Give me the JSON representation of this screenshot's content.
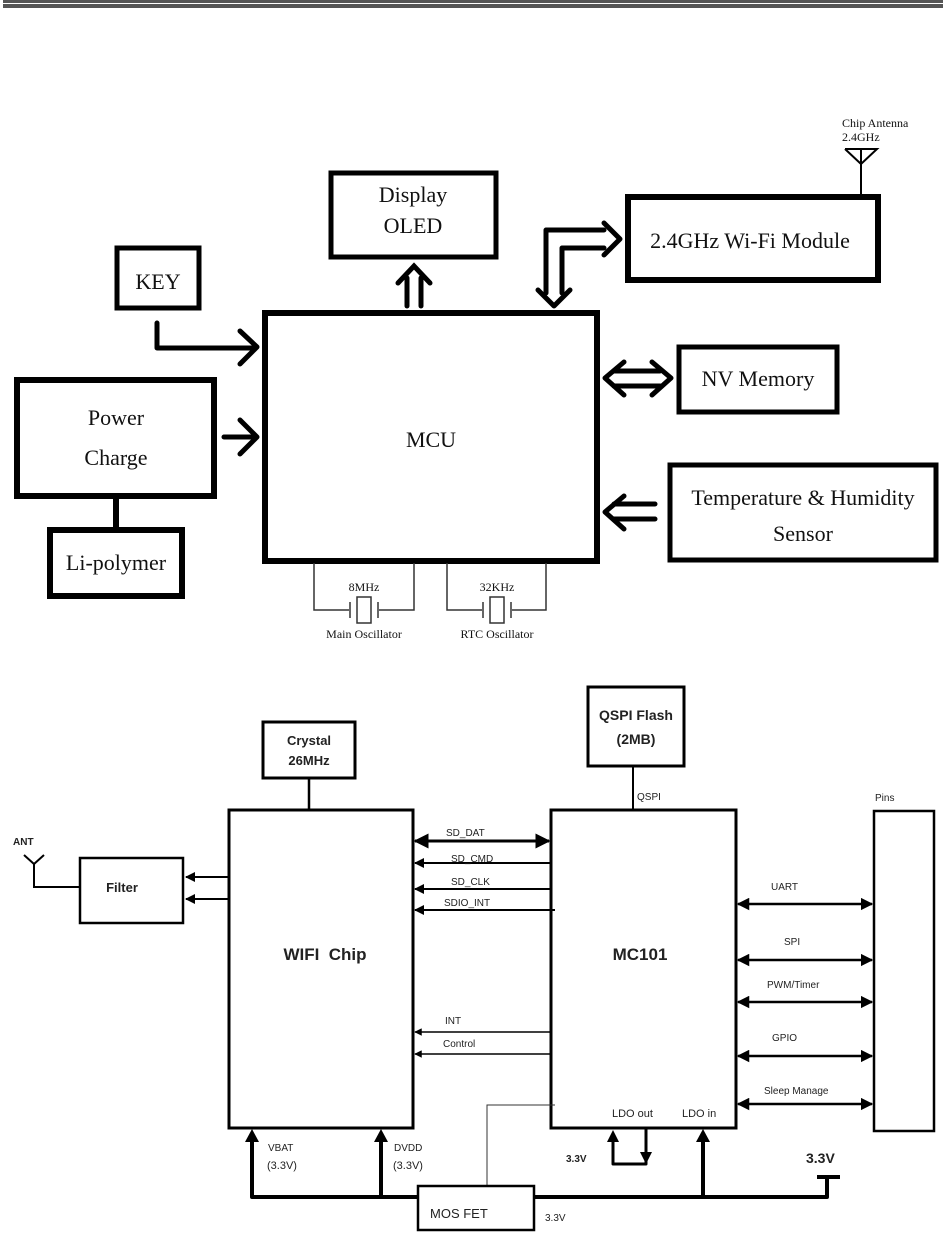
{
  "diagram1": {
    "blocks": {
      "display": [
        "Display",
        "OLED"
      ],
      "wifi_module": "2.4GHz Wi-Fi Module",
      "key": "KEY",
      "mcu": "MCU",
      "nv_memory": "NV Memory",
      "power_charge": [
        "Power",
        "Charge"
      ],
      "temp_sensor": [
        "Temperature & Humidity",
        "Sensor"
      ],
      "li_polymer": "Li-polymer"
    },
    "antenna": [
      "Chip Antenna",
      "2.4GHz"
    ],
    "oscillators": [
      {
        "freq": "8MHz",
        "name": "Main Oscillator"
      },
      {
        "freq": "32KHz",
        "name": "RTC Oscillator"
      }
    ]
  },
  "diagram2": {
    "blocks": {
      "crystal": [
        "Crystal",
        "26MHz"
      ],
      "qspi_flash": [
        "QSPI Flash",
        "(2MB)"
      ],
      "filter": "Filter",
      "wifi_chip": "WIFI  Chip",
      "mc101": "MC101",
      "mosfet": "MOS FET",
      "pins": "Pins"
    },
    "antenna": "ANT",
    "qspi_label": "QSPI",
    "sdio_signals": [
      "SD_DAT",
      "SD_CMD",
      "SD_CLK",
      "SDIO_INT"
    ],
    "control_signals": [
      "INT",
      "Control"
    ],
    "peripheral_signals": [
      "UART",
      "SPI",
      "PWM/Timer",
      "GPIO",
      "Sleep Manage"
    ],
    "ldo_out": "LDO out",
    "ldo_in": "LDO in",
    "vbat": [
      "VBAT",
      "(3.3V)"
    ],
    "dvdd": [
      "DVDD",
      "(3.3V)"
    ],
    "v_ldo": "3.3V",
    "v_supply": "3.3V",
    "v_mosfet": "3.3V"
  }
}
